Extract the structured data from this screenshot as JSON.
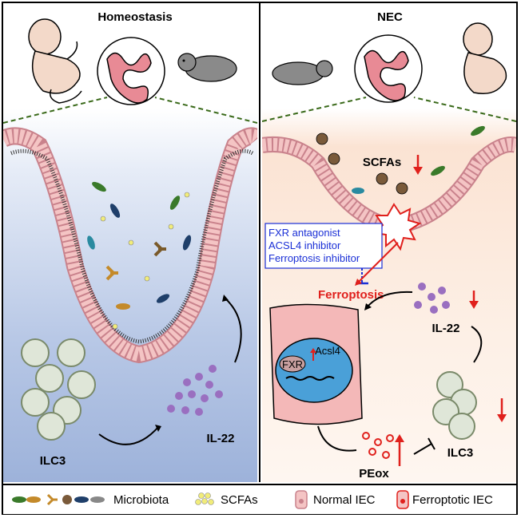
{
  "left_panel": {
    "title": "Homeostasis",
    "ilc3_label": "ILC3",
    "il22_label": "IL-22"
  },
  "right_panel": {
    "title": "NEC",
    "scfas_label": "SCFAs",
    "inhibitors": [
      "FXR antagonist",
      "ACSL4 inhibitor",
      "Ferroptosis inhibitor"
    ],
    "ferroptosis_label": "Ferroptosis",
    "fxr_label": "FXR",
    "acsl4_label": "Acsl4",
    "il22_label": "IL-22",
    "ilc3_label": "ILC3",
    "peox_label": "PEox"
  },
  "legend": {
    "microbiota": "Microbiota",
    "scfas": "SCFAs",
    "normal_iec": "Normal IEC",
    "ferroptotic_iec": "Ferroptotic IEC"
  },
  "colors": {
    "down_arrow": "#e0201c",
    "inhibitor_box": "#1a2fd6",
    "il22_dots": "#9a6fc0",
    "peox_dots": "#e0201c",
    "iec_fill": "#f4c4c4"
  }
}
